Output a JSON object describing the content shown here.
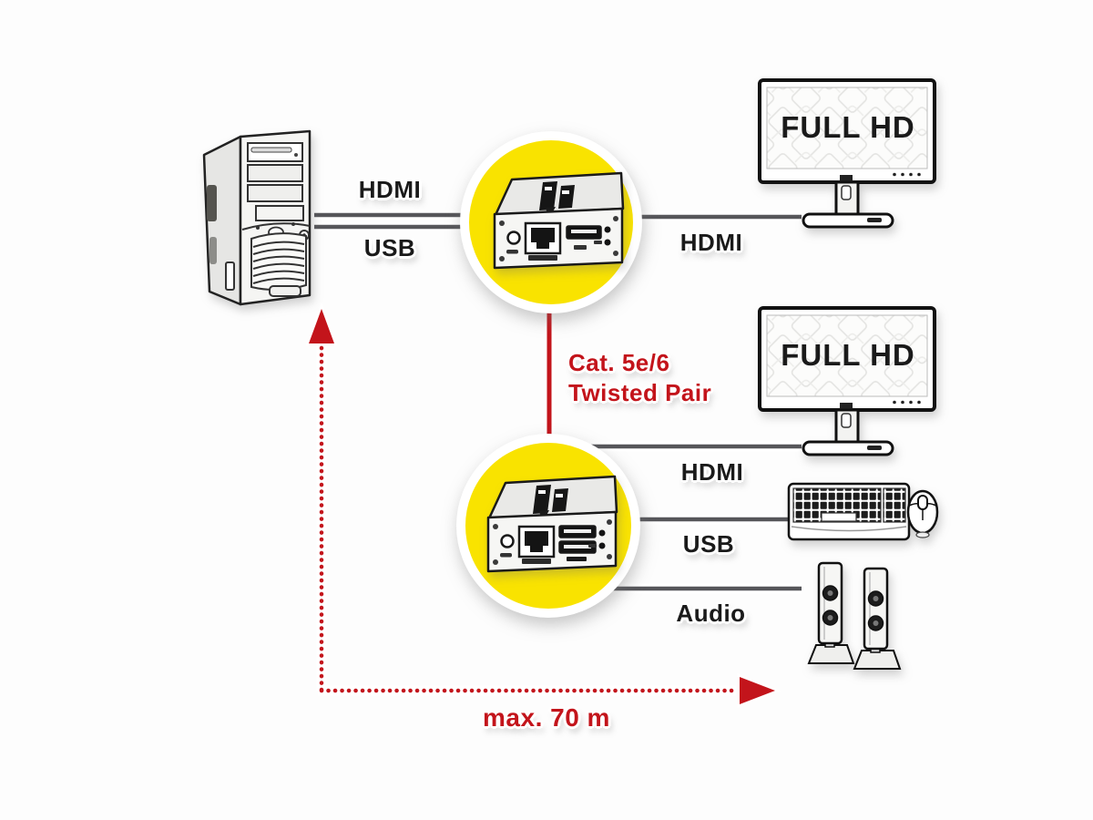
{
  "colors": {
    "highlight_yellow": "#F9E300",
    "accent_red": "#C3141B",
    "cable_gray": "#56565A",
    "outline_black": "#1A1A1A"
  },
  "devices": {
    "pc": "pc-tower",
    "transmitter": "kvm-extender-transmitter",
    "receiver": "kvm-extender-receiver",
    "monitor_top": "full-hd-monitor",
    "monitor_bottom": "full-hd-monitor",
    "keyboard_mouse": "usb-keyboard-and-mouse",
    "speakers": "stereo-speakers"
  },
  "labels": {
    "pc_to_tx_top": "HDMI",
    "pc_to_tx_bottom": "USB",
    "tx_to_monitor": "HDMI",
    "cable_type_line1": "Cat. 5e/6",
    "cable_type_line2": "Twisted Pair",
    "rx_to_monitor": "HDMI",
    "rx_to_keyboard": "USB",
    "rx_to_speakers": "Audio",
    "max_distance": "max. 70 m",
    "monitor_top_screen": "FULL HD",
    "monitor_bottom_screen": "FULL HD"
  }
}
